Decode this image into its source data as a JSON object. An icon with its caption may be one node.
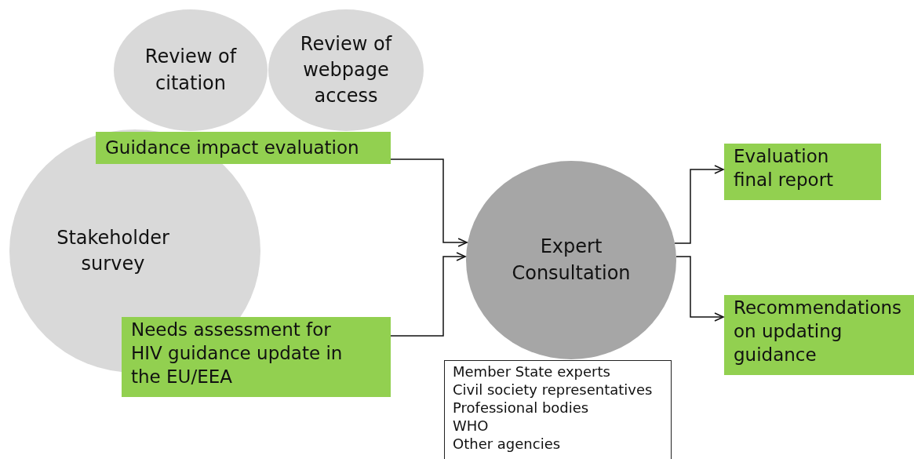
{
  "diagram": {
    "nodes": [
      {
        "text": [
          "Review of citation"
        ]
      },
      {
        "text": [
          "Review of webpage access"
        ]
      },
      {
        "text": [
          "Stakeholder survey"
        ]
      },
      {
        "text": [
          "Guidance impact evaluation"
        ]
      },
      {
        "text": [
          "Needs assessment for HIV guidance update in the EU/EEA"
        ]
      },
      {
        "text": [
          "Expert Consultation"
        ]
      },
      {
        "text": [
          "Evaluation final report"
        ]
      },
      {
        "text": [
          "Recommendations on updating guidance"
        ]
      },
      {
        "text": [
          "Member State experts",
          "Civil society representatives",
          "Professional bodies",
          "WHO",
          "Other agencies"
        ]
      }
    ],
    "edges": [
      {
        "from": 3,
        "to": 5,
        "arrow": "to"
      },
      {
        "from": 4,
        "to": 5,
        "arrow": "to"
      },
      {
        "from": 5,
        "to": 6,
        "arrow": "to"
      },
      {
        "from": 5,
        "to": 7,
        "arrow": "to"
      }
    ]
  }
}
